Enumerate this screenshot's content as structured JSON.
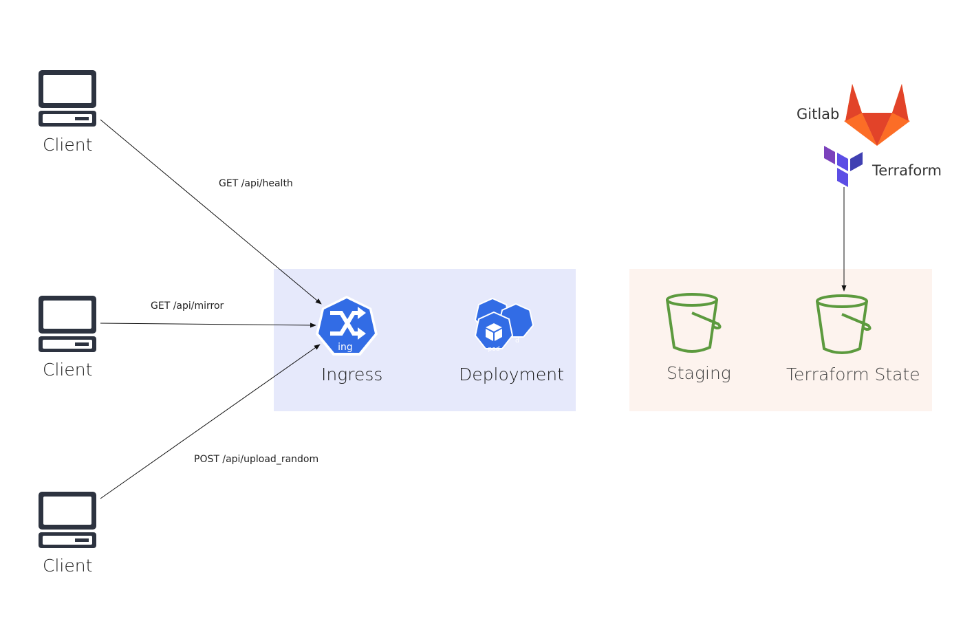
{
  "clients": [
    {
      "label": "Client",
      "icon": "computer-icon"
    },
    {
      "label": "Client",
      "icon": "computer-icon"
    },
    {
      "label": "Client",
      "icon": "computer-icon"
    }
  ],
  "edges": {
    "health": "GET /api/health",
    "mirror": "GET /api/mirror",
    "upload": "POST /api/upload_random"
  },
  "k8s": {
    "ingress": {
      "label": "Ingress",
      "badge": "ing",
      "icon": "ingress-icon"
    },
    "deployment": {
      "label": "Deployment",
      "badge": "pod",
      "icon": "deployment-icon"
    }
  },
  "storage": {
    "staging": {
      "label": "Staging",
      "icon": "bucket-icon"
    },
    "state": {
      "label": "Terraform State",
      "icon": "bucket-icon"
    }
  },
  "ci": {
    "gitlab": {
      "label": "Gitlab",
      "icon": "gitlab-icon"
    },
    "terraform": {
      "label": "Terraform",
      "icon": "terraform-icon"
    }
  },
  "colors": {
    "k8s_bg": "#e6e9fb",
    "storage_bg": "#fdf3ee",
    "k8s_blue": "#326ce5",
    "bucket_green": "#5c9a3e",
    "terraform_purple": "#5c4ee5",
    "gitlab_orange": "#fc6d26"
  }
}
